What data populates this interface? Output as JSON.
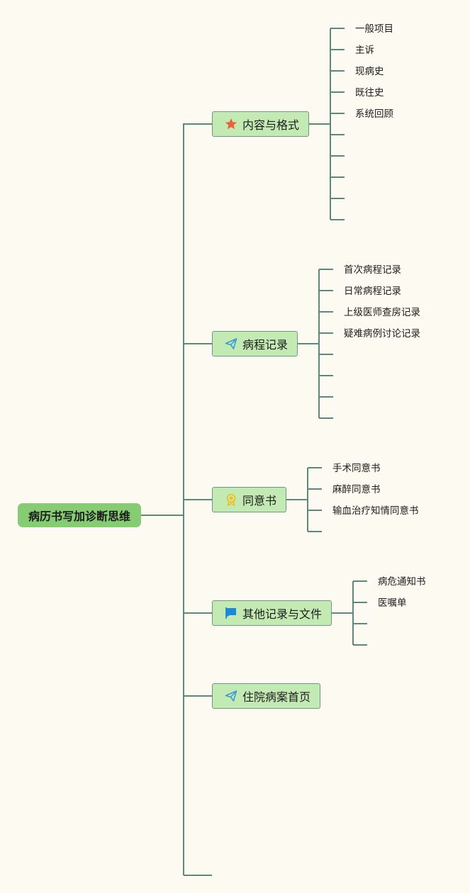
{
  "root": {
    "label": "病历书写加诊断思维"
  },
  "branches": [
    {
      "label": "内容与格式",
      "icon": "star-icon",
      "icon_color": "#e5643c",
      "children": [
        "一般项目",
        "主诉",
        "现病史",
        "既往史",
        "系统回顾",
        "",
        "",
        "",
        "",
        ""
      ]
    },
    {
      "label": "病程记录",
      "icon": "paper-plane-icon",
      "icon_color": "#3d9ad6",
      "children": [
        "首次病程记录",
        "日常病程记录",
        "上级医师查房记录",
        "疑难病例讨论记录",
        "",
        "",
        "",
        ""
      ]
    },
    {
      "label": "同意书",
      "icon": "award-ribbon-icon",
      "icon_color": "#f0c020",
      "children": [
        "手术同意书",
        "麻醉同意书",
        "输血治疗知情同意书",
        ""
      ]
    },
    {
      "label": "其他记录与文件",
      "icon": "flag-icon",
      "icon_color": "#1e88d8",
      "children": [
        "病危通知书",
        "医嘱单",
        "",
        ""
      ]
    },
    {
      "label": "住院病案首页",
      "icon": "paper-plane-icon",
      "icon_color": "#3d9ad6",
      "children": []
    }
  ],
  "colors": {
    "background": "#fdfbf1",
    "line": "#5a8a7c",
    "root_fill": "#86cc72",
    "node_fill": "#c4eab3"
  }
}
